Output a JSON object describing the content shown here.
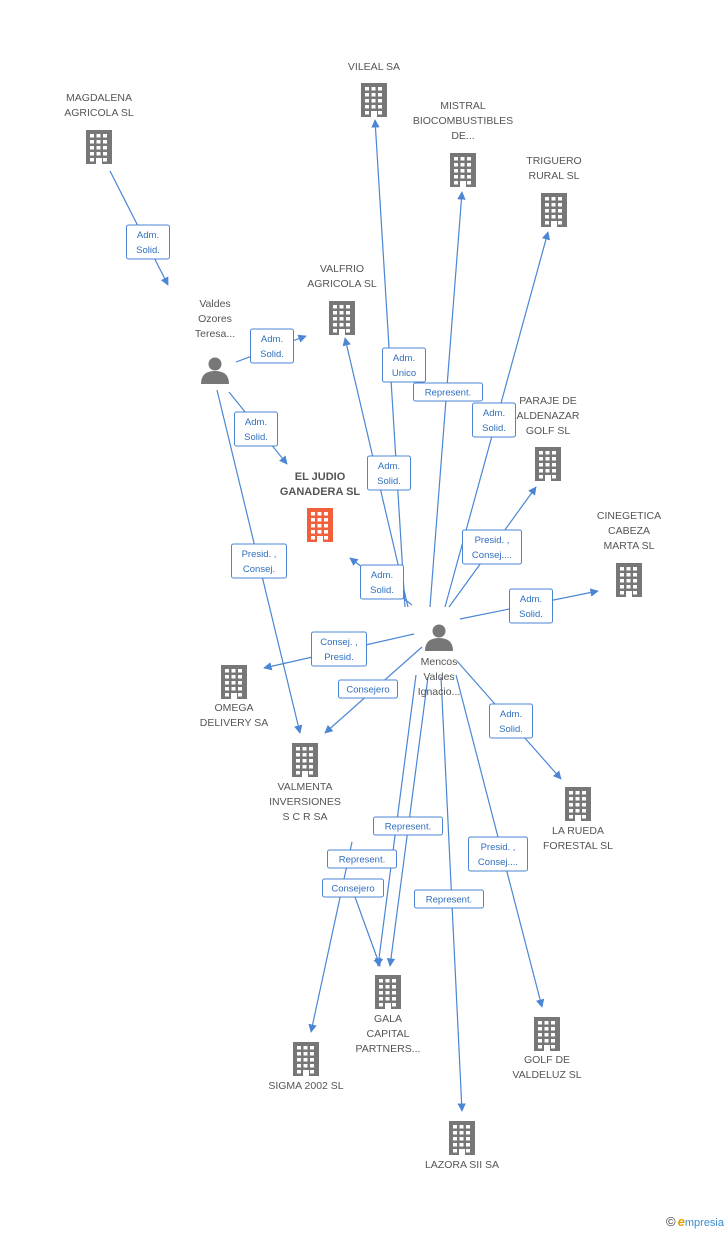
{
  "companies": [
    {
      "id": "vileal",
      "lines": [
        "VILEAL SA"
      ],
      "main": false
    },
    {
      "id": "magdalena",
      "lines": [
        "MAGDALENA",
        "AGRICOLA SL"
      ],
      "main": false
    },
    {
      "id": "mistral",
      "lines": [
        "MISTRAL",
        "BIOCOMBUSTIBLES",
        "DE..."
      ],
      "main": false
    },
    {
      "id": "triguero",
      "lines": [
        "TRIGUERO",
        "RURAL SL"
      ],
      "main": false
    },
    {
      "id": "valfrio",
      "lines": [
        "VALFRIO",
        "AGRICOLA SL"
      ],
      "main": false
    },
    {
      "id": "paraje",
      "lines": [
        "PARAJE DE",
        "ALDENAZAR",
        "GOLF SL"
      ],
      "main": false
    },
    {
      "id": "eljudio",
      "lines": [
        "EL JUDIO",
        "GANADERA SL"
      ],
      "main": true
    },
    {
      "id": "cinegetica",
      "lines": [
        "CINEGETICA",
        "CABEZA",
        "MARTA SL"
      ],
      "main": false
    },
    {
      "id": "omega",
      "lines": [
        "OMEGA",
        "DELIVERY SA"
      ],
      "main": false
    },
    {
      "id": "valmenta",
      "lines": [
        "VALMENTA",
        "INVERSIONES",
        "S C R SA"
      ],
      "main": false
    },
    {
      "id": "larueda",
      "lines": [
        "LA RUEDA",
        "FORESTAL SL"
      ],
      "main": false
    },
    {
      "id": "gala",
      "lines": [
        "GALA",
        "CAPITAL",
        "PARTNERS..."
      ],
      "main": false
    },
    {
      "id": "golf",
      "lines": [
        "GOLF DE",
        "VALDELUZ SL"
      ],
      "main": false
    },
    {
      "id": "sigma",
      "lines": [
        "SIGMA 2002 SL"
      ],
      "main": false
    },
    {
      "id": "lazora",
      "lines": [
        "LAZORA SII SA"
      ],
      "main": false
    }
  ],
  "persons": [
    {
      "id": "valdes",
      "lines": [
        "Valdes",
        "Ozores",
        "Teresa..."
      ]
    },
    {
      "id": "mencos",
      "lines": [
        "Mencos",
        "Valdes",
        "Ignacio..."
      ]
    }
  ],
  "relations": [
    {
      "lines": [
        "Adm.",
        "Solid."
      ]
    },
    {
      "lines": [
        "Adm.",
        "Solid."
      ]
    },
    {
      "lines": [
        "Adm.",
        "Solid."
      ]
    },
    {
      "lines": [
        "Presid. ,",
        "Consej."
      ]
    },
    {
      "lines": [
        "Adm.",
        "Unico"
      ]
    },
    {
      "lines": [
        "Represent."
      ]
    },
    {
      "lines": [
        "Adm.",
        "Solid."
      ]
    },
    {
      "lines": [
        "Adm.",
        "Solid."
      ]
    },
    {
      "lines": [
        "Presid. ,",
        "Consej...."
      ]
    },
    {
      "lines": [
        "Adm.",
        "Solid."
      ]
    },
    {
      "lines": [
        "Adm.",
        "Solid."
      ]
    },
    {
      "lines": [
        "Consej. ,",
        "Presid."
      ]
    },
    {
      "lines": [
        "Consejero"
      ]
    },
    {
      "lines": [
        "Adm.",
        "Solid."
      ]
    },
    {
      "lines": [
        "Represent."
      ]
    },
    {
      "lines": [
        "Represent."
      ]
    },
    {
      "lines": [
        "Consejero"
      ]
    },
    {
      "lines": [
        "Presid. ,",
        "Consej...."
      ]
    },
    {
      "lines": [
        "Represent."
      ]
    }
  ],
  "colors": {
    "edge": "#4a86d4",
    "building": "#777777",
    "main_building": "#f0603a",
    "person": "#777777"
  },
  "footer": {
    "copyright": "©",
    "brand_e": "e",
    "brand_rest": "mpresia"
  }
}
